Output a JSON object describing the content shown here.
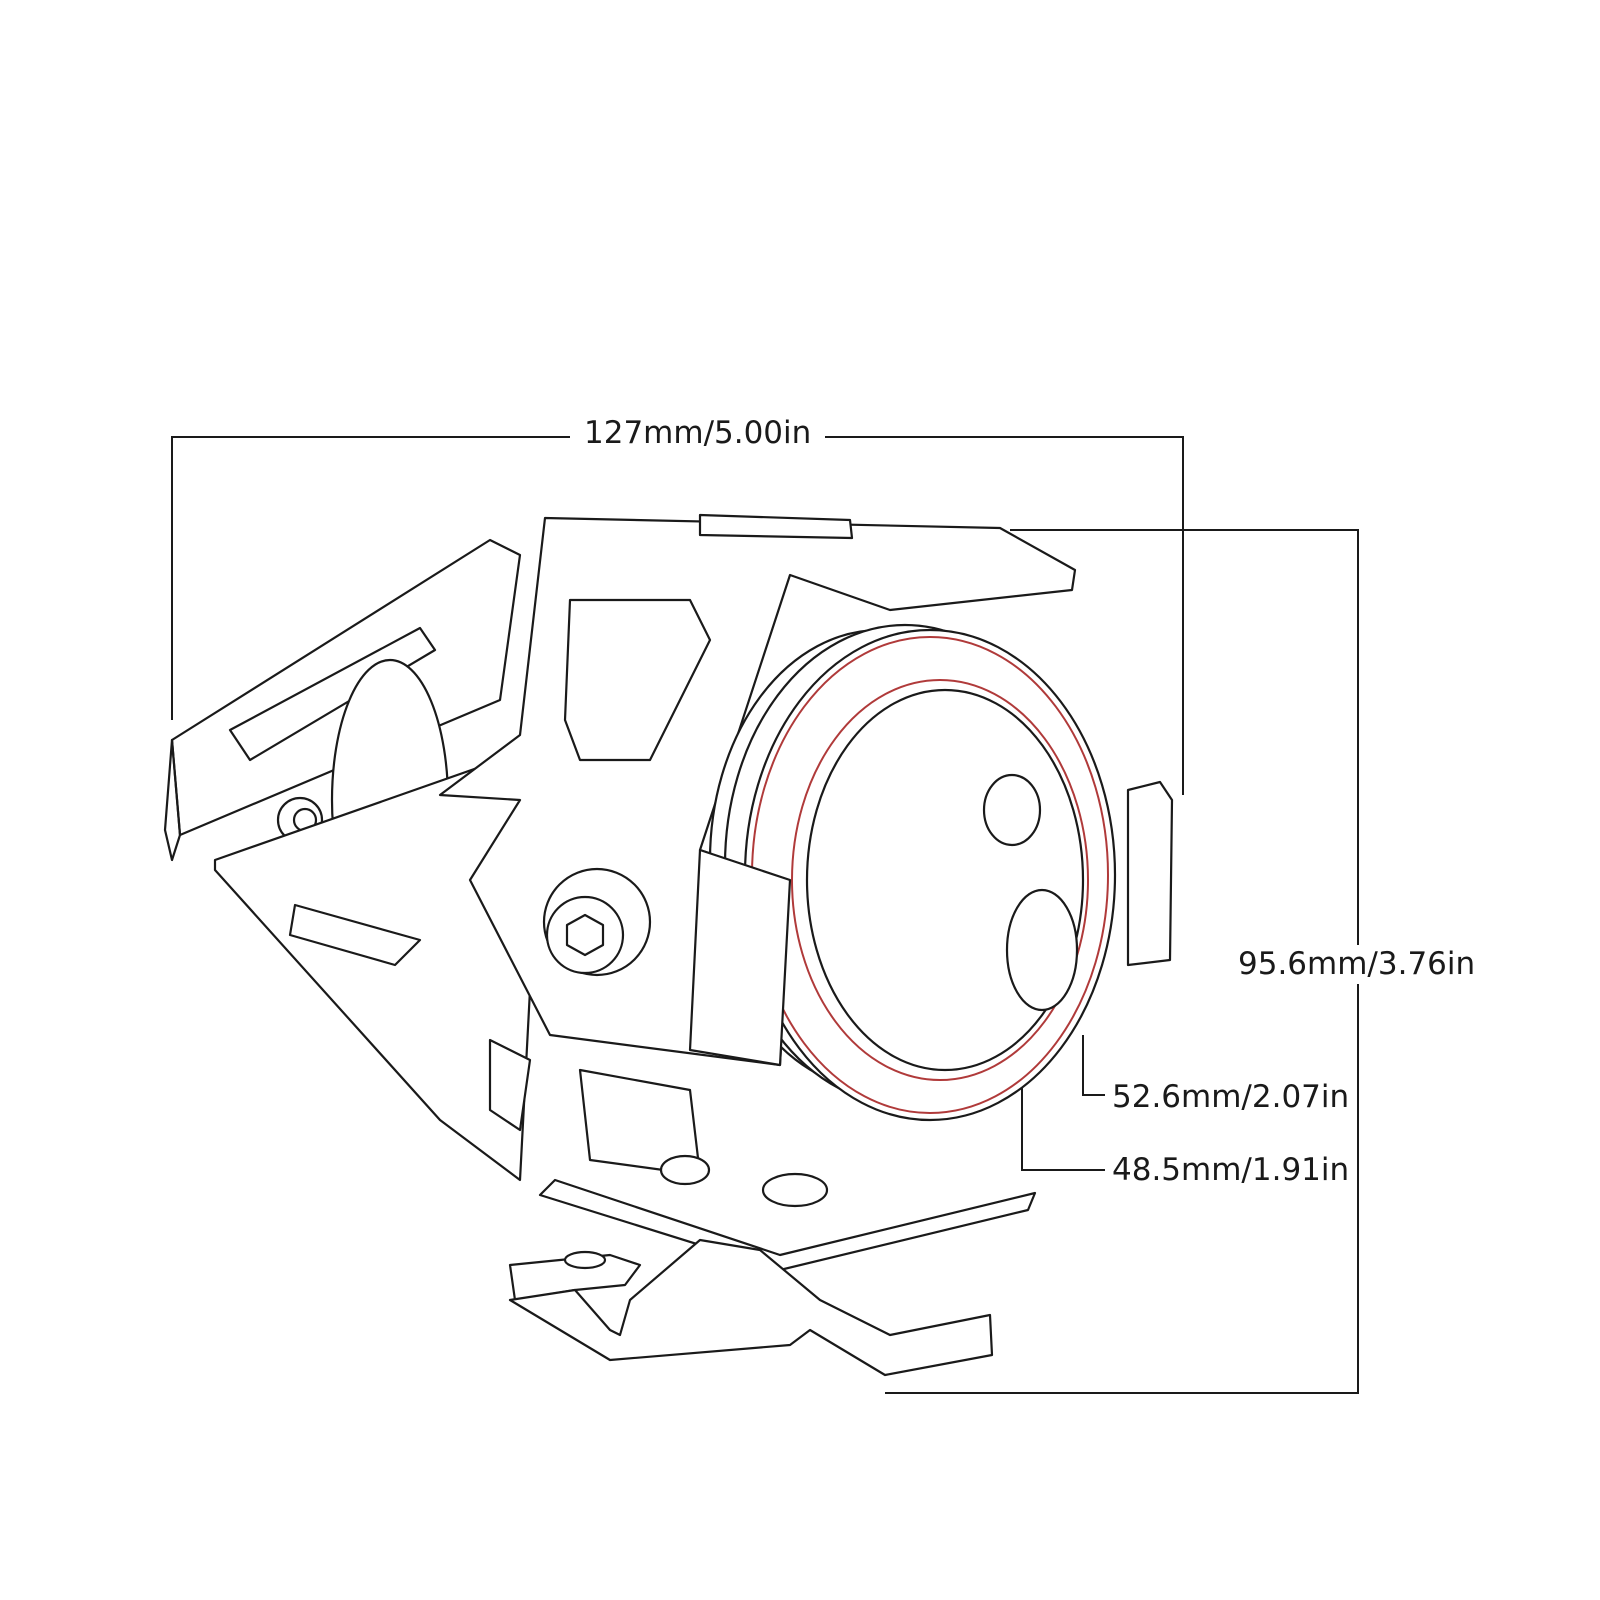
{
  "dimensions": {
    "width": "127mm/5.00in",
    "height": "95.6mm/3.76in",
    "outer_ring_diameter": "52.6mm/2.07in",
    "inner_ring_diameter": "48.5mm/1.91in"
  },
  "colors": {
    "line": "#1a1a1a",
    "ring_accent": "#b03a3a",
    "background": "#ffffff"
  }
}
